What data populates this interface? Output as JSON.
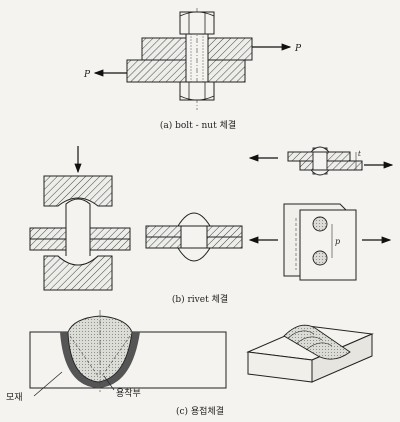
{
  "captions": {
    "a": "(a) bolt - nut 체결",
    "b": "(b) rivet 체결",
    "c": "(c) 용접체결"
  },
  "labels": {
    "force_right": "P",
    "force_left": "P",
    "pitch_label": "p",
    "thickness_label": "t",
    "base_metal": "모재",
    "weld_zone": "용착부"
  }
}
